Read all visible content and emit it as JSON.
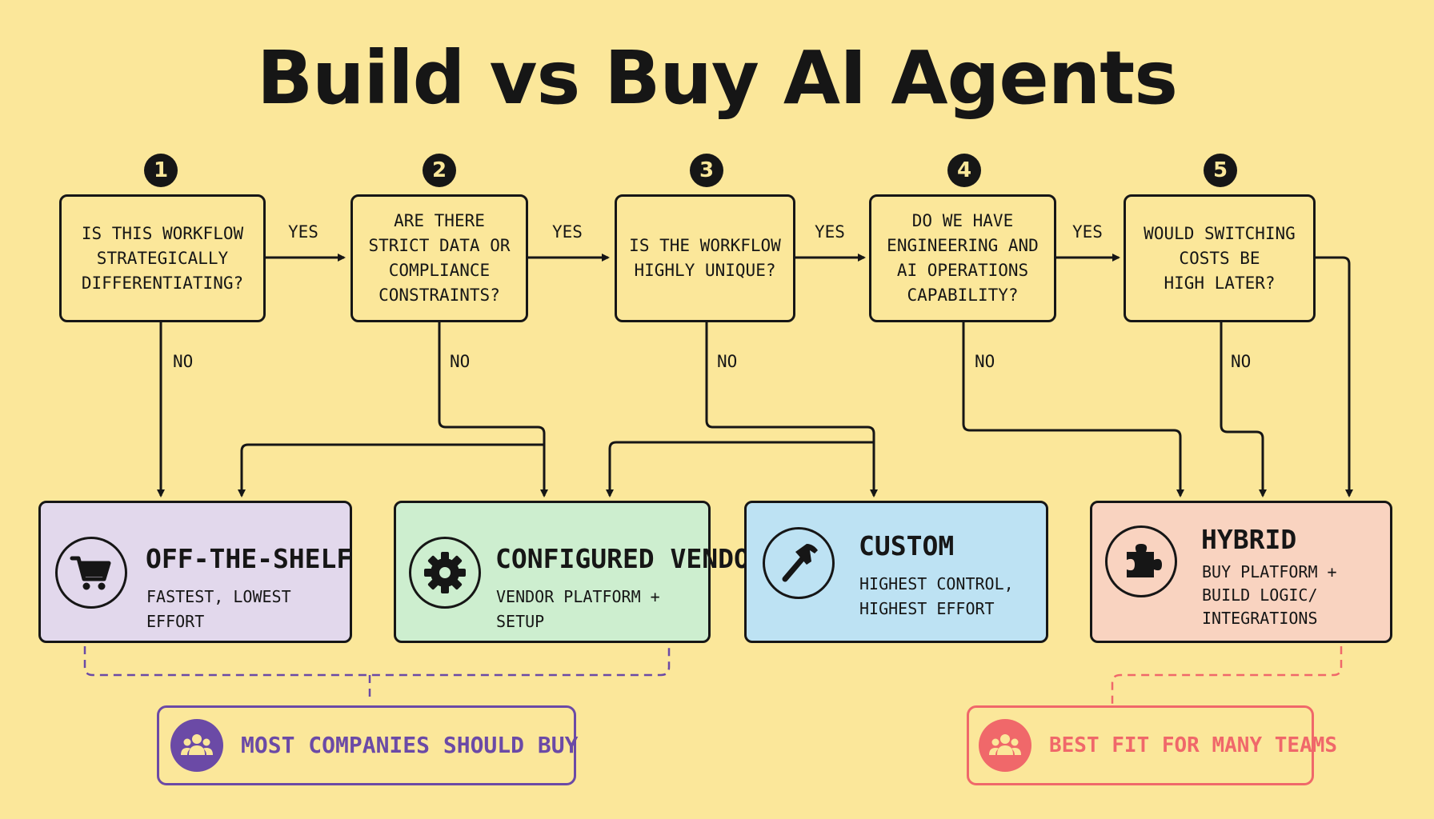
{
  "title": "Build vs Buy AI Agents",
  "colors": {
    "background": "#fbe79a",
    "ink": "#161616",
    "off_the_shelf": "#e2d8ec",
    "configured_vendor": "#cdeecf",
    "custom": "#bde2f3",
    "hybrid": "#f9d3c0",
    "buy_accent": "#6b4aa6",
    "hybrid_accent": "#f0686a"
  },
  "steps": [
    {
      "number": "1",
      "question": "IS THIS WORKFLOW\nSTRATEGICALLY\nDIFFERENTIATING?",
      "yes_label": "YES",
      "no_label": "NO"
    },
    {
      "number": "2",
      "question": "ARE THERE\nSTRICT DATA OR\nCOMPLIANCE\nCONSTRAINTS?",
      "yes_label": "YES",
      "no_label": "NO"
    },
    {
      "number": "3",
      "question": "IS THE WORKFLOW\nHIGHLY UNIQUE?",
      "yes_label": "YES",
      "no_label": "NO"
    },
    {
      "number": "4",
      "question": "DO WE HAVE\nENGINEERING AND\nAI OPERATIONS\nCAPABILITY?",
      "yes_label": "YES",
      "no_label": "NO"
    },
    {
      "number": "5",
      "question": "WOULD SWITCHING\nCOSTS BE\nHIGH LATER?",
      "no_label": "NO"
    }
  ],
  "outcomes": [
    {
      "title": "OFF-THE-SHELF",
      "subtitle": "FASTEST, LOWEST EFFORT",
      "icon": "cart-icon"
    },
    {
      "title": "CONFIGURED VENDOR",
      "subtitle": "VENDOR PLATFORM + SETUP",
      "icon": "gear-icon"
    },
    {
      "title": "CUSTOM",
      "subtitle": "HIGHEST CONTROL,\nHIGHEST EFFORT",
      "icon": "hammer-icon"
    },
    {
      "title": "HYBRID",
      "subtitle": "BUY PLATFORM +\nBUILD LOGIC/\nINTEGRATIONS",
      "icon": "puzzle-icon"
    }
  ],
  "callouts": [
    {
      "text": "MOST COMPANIES SHOULD BUY",
      "icon": "people-icon"
    },
    {
      "text": "BEST FIT FOR MANY TEAMS",
      "icon": "people-icon"
    }
  ]
}
